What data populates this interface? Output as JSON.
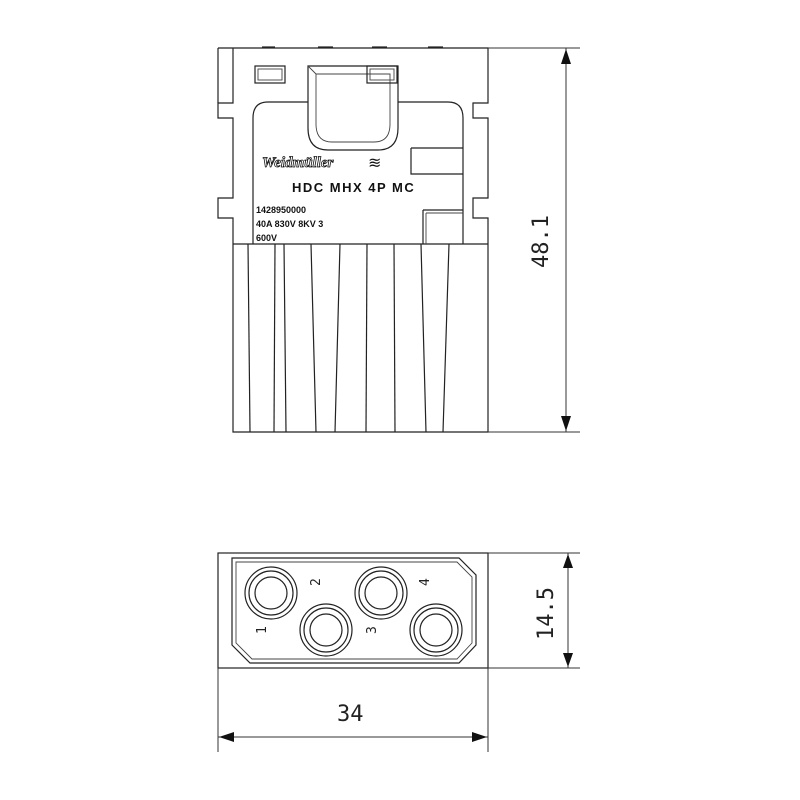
{
  "drawing": {
    "type": "technical dimension drawing",
    "top_view": {
      "brand": "Weidmüller",
      "brand_logo_glyph": "≋",
      "model": "HDC MHX 4P MC",
      "part_number": "1428950000",
      "rating_line1": "40A 830V 8KV 3",
      "rating_line2": "600V"
    },
    "bottom_view": {
      "pins": [
        {
          "label": "1"
        },
        {
          "label": "2"
        },
        {
          "label": "3"
        },
        {
          "label": "4"
        }
      ]
    },
    "dimensions": {
      "height": "48.1",
      "depth": "14.5",
      "width": "34"
    }
  }
}
